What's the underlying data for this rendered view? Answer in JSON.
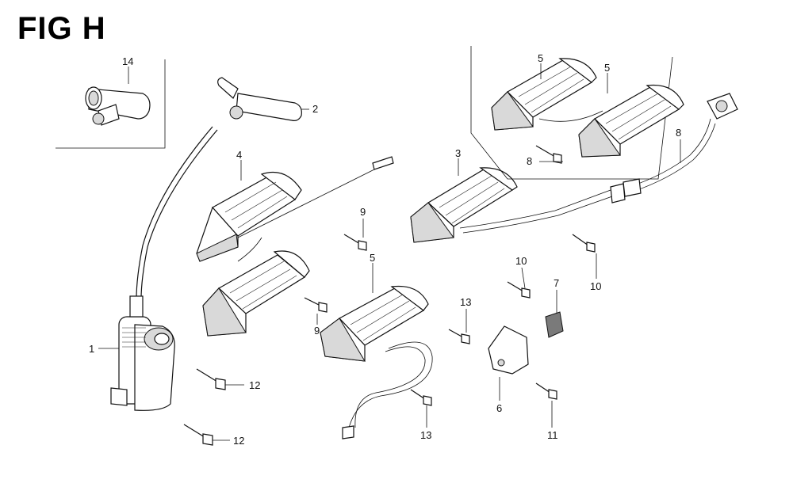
{
  "title": "FIG H",
  "callouts": {
    "c1": "1",
    "c2": "2",
    "c3": "3",
    "c4": "4",
    "c5a": "5",
    "c5b": "5",
    "c5c": "5",
    "c6": "6",
    "c7": "7",
    "c8a": "8",
    "c8b": "8",
    "c9a": "9",
    "c9b": "9",
    "c10a": "10",
    "c10b": "10",
    "c11": "11",
    "c12a": "12",
    "c12b": "12",
    "c13a": "13",
    "c13b": "13",
    "c14": "14"
  }
}
